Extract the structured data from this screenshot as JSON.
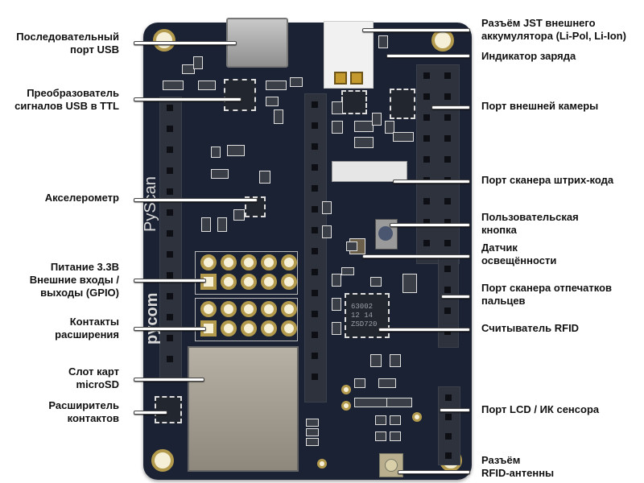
{
  "board": {
    "brand_text": "pycom",
    "model_text": "PyScan",
    "rfid_chip_marking": [
      "63002",
      "12 14",
      "ZSD720"
    ]
  },
  "labels_left": [
    {
      "id": "usb-serial",
      "lines": [
        "Последовательный",
        "порт USB"
      ]
    },
    {
      "id": "usb-ttl",
      "lines": [
        "Преобразователь",
        "сигналов USB в TTL"
      ]
    },
    {
      "id": "accelerometer",
      "lines": [
        "Акселерометр"
      ]
    },
    {
      "id": "gpio",
      "lines": [
        "Питание 3.3В",
        "Внешние входы /",
        "выходы (GPIO)"
      ]
    },
    {
      "id": "expansion",
      "lines": [
        "Контакты",
        "расширения"
      ]
    },
    {
      "id": "microsd",
      "lines": [
        "Слот карт",
        "microSD"
      ]
    },
    {
      "id": "io-expander",
      "lines": [
        "Расширитель",
        "контактов"
      ]
    }
  ],
  "labels_right": [
    {
      "id": "jst-battery",
      "lines": [
        "Разъём JST внешнего",
        "аккумулятора (Li-Pol, Li-Ion)"
      ]
    },
    {
      "id": "charge-led",
      "lines": [
        "Индикатор заряда"
      ]
    },
    {
      "id": "camera-port",
      "lines": [
        "Порт внешней камеры"
      ]
    },
    {
      "id": "barcode-port",
      "lines": [
        "Порт сканера штрих-кода"
      ]
    },
    {
      "id": "user-button",
      "lines": [
        "Пользовательская",
        "кнопка"
      ]
    },
    {
      "id": "light-sensor",
      "lines": [
        "Датчик",
        "освещённости"
      ]
    },
    {
      "id": "fingerprint-port",
      "lines": [
        "Порт сканера отпечатков",
        "пальцев"
      ]
    },
    {
      "id": "rfid-reader",
      "lines": [
        "Считыватель RFID"
      ]
    },
    {
      "id": "lcd-ir-port",
      "lines": [
        "Порт LCD / ИК сенсора"
      ]
    },
    {
      "id": "rfid-antenna",
      "lines": [
        "Разъём",
        "RFID-антенны"
      ]
    }
  ]
}
